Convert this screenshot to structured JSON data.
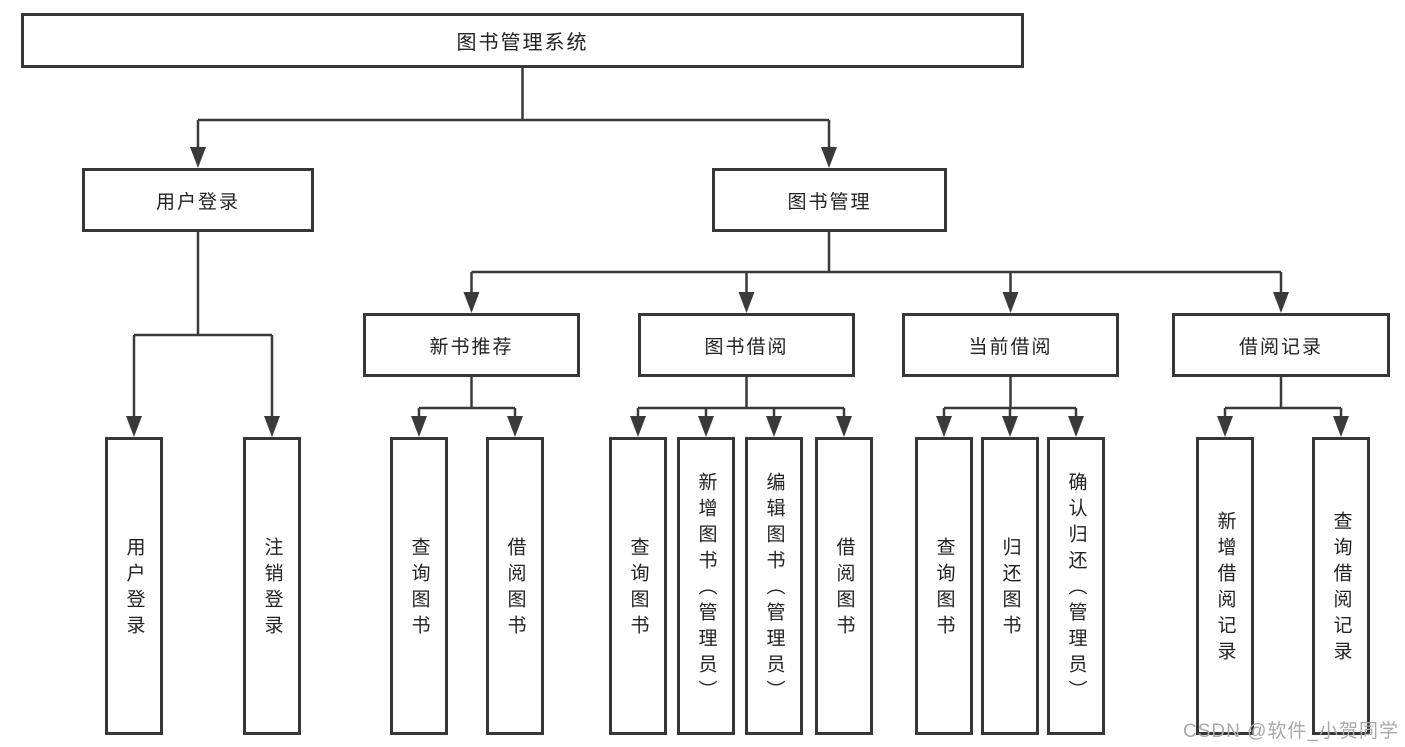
{
  "diagram_type": "hierarchy-tree",
  "colors": {
    "line": "#3a3a3a",
    "box_border": "#373737",
    "text": "#222222",
    "background": "#ffffff",
    "watermark": "#a9a9a9"
  },
  "tree": {
    "label": "图书管理系统",
    "children": [
      {
        "label": "用户登录",
        "children": [
          {
            "label": "用户登录"
          },
          {
            "label": "注销登录"
          }
        ]
      },
      {
        "label": "图书管理",
        "children": [
          {
            "label": "新书推荐",
            "children": [
              {
                "label": "查询图书"
              },
              {
                "label": "借阅图书"
              }
            ]
          },
          {
            "label": "图书借阅",
            "children": [
              {
                "label": "查询图书"
              },
              {
                "label": "新增图书（管理员）"
              },
              {
                "label": "编辑图书（管理员）"
              },
              {
                "label": "借阅图书"
              }
            ]
          },
          {
            "label": "当前借阅",
            "children": [
              {
                "label": "查询图书"
              },
              {
                "label": "归还图书"
              },
              {
                "label": "确认归还（管理员）"
              }
            ]
          },
          {
            "label": "借阅记录",
            "children": [
              {
                "label": "新增借阅记录"
              },
              {
                "label": "查询借阅记录"
              }
            ]
          }
        ]
      }
    ]
  },
  "watermark": "CSDN @软件_小贺同学"
}
